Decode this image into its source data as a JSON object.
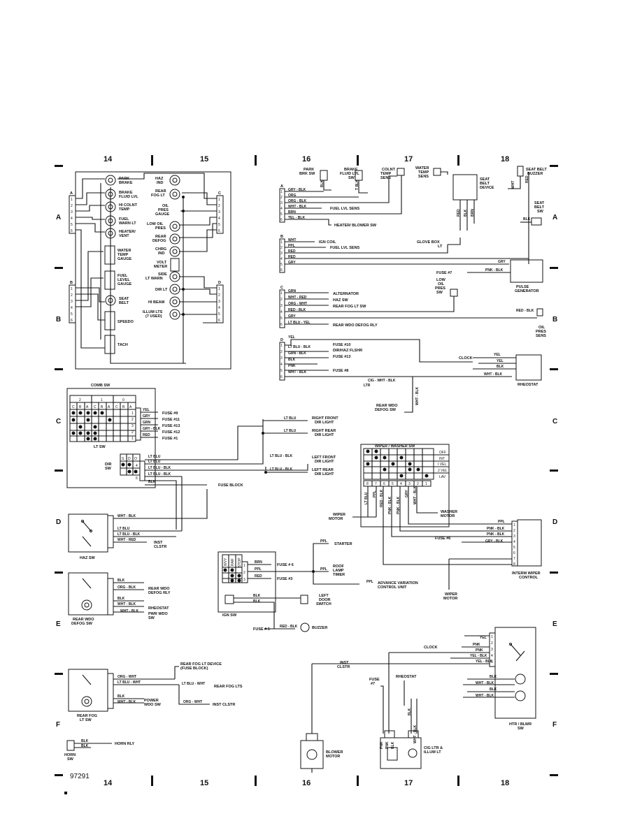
{
  "grid": {
    "top_columns": [
      "14",
      "15",
      "16",
      "17",
      "18"
    ],
    "bottom_columns": [
      "14",
      "15",
      "16",
      "17",
      "18"
    ],
    "left_rows": [
      "A",
      "B",
      "C",
      "D",
      "E",
      "F"
    ],
    "right_rows": [
      "A",
      "B",
      "C",
      "D",
      "E",
      "F"
    ],
    "code": "97291"
  },
  "cluster": {
    "left_conn_a": {
      "id": "A",
      "pins": [
        "1",
        "2",
        "3",
        "4",
        "5",
        "6"
      ]
    },
    "left_conn_b": {
      "id": "B",
      "pins": [
        "1",
        "2",
        "3",
        "4",
        "5",
        "6"
      ]
    },
    "right_conn_c": {
      "id": "C",
      "pins": [
        "1",
        "2",
        "3",
        "4",
        "5",
        "6"
      ]
    },
    "right_conn_d": {
      "id": "D",
      "pins": [
        "1",
        "2",
        "3",
        "4",
        "5",
        "6"
      ]
    },
    "left_items": [
      "PARK BRAKE",
      "BRAKE FLUID LVL",
      "HI COLNT TEMP",
      "FUEL WARN LT",
      "HEATER/ VENT",
      "WATER TEMP GAUGE",
      "FUEL LEVEL GAUGE",
      "SEAT BELT",
      "SPEEDO",
      "TACH"
    ],
    "right_items": [
      "HAZ IND",
      "REAR FOG LT",
      "OIL PRES GAUGE",
      "LOW OIL PRES",
      "REAR DEFOG",
      "CHRG IND",
      "VOLT METER",
      "SIDE LT WARN",
      "DIR LT",
      "HI BEAM",
      "ILLUM LTS (7 USED)"
    ]
  },
  "top": {
    "park_brk_sw": "PARK BRK SW",
    "brake_fluid_sw": "BRAKE FLUID LVL SW",
    "colnt_temp_sens": "COLNT TEMP SENS",
    "water_temp_sens": "WATER TEMP SENS",
    "seat_belt_device": "SEAT BELT DEVICE",
    "seat_belt_buzzer": "SEAT BELT BUZZER",
    "seat_belt_sw": "SEAT BELT SW",
    "glove_box_lt": "GLOVE BOX LT",
    "pulse_generator": "PULSE GENERATOR",
    "low_oil_pres_sw": "LOW OIL PRES SW",
    "oil_pres_sens": "OIL PRES SENS",
    "clock": "CLOCK",
    "rheostat": "RHEOSTAT",
    "cig_ltr": "CIG LTR",
    "rear_wdo_defog_sw": "REAR WDO DEFOG SW",
    "fuse7": "FUSE #7"
  },
  "conn_a": {
    "id": "A",
    "pins": [
      "1",
      "2",
      "3",
      "4",
      "5",
      "6"
    ],
    "wires": [
      "GRY - BLK",
      "ORG",
      "ORG - BLK",
      "WHT - BLK",
      "BRN",
      "TEL - BLK"
    ],
    "notes": [
      "FUEL LVL SENS",
      "HEATER/ BLOWER SW"
    ]
  },
  "conn_b": {
    "id": "B",
    "pins": [
      "1",
      "2",
      "3",
      "4",
      "5",
      "6"
    ],
    "wires": [
      "WHT",
      "PPL",
      "RED",
      "RED",
      "GRY"
    ],
    "notes": [
      "IGN COIL",
      "FUEL LVL SENS"
    ]
  },
  "conn_c": {
    "id": "C",
    "pins": [
      "1",
      "2",
      "3",
      "4",
      "5",
      "6"
    ],
    "wires": [
      "GRN",
      "WHT - RED",
      "ORG - WHT",
      "RED - BLK",
      "GRY",
      "LT BLU - YEL"
    ],
    "notes": [
      "ALTERNATOR",
      "HAZ SW",
      "REAR FOG LT SW",
      "REAR WDO DEFOG RLY"
    ]
  },
  "conn_d": {
    "id": "D",
    "pins": [
      "1",
      "2",
      "3",
      "4",
      "5",
      "6"
    ],
    "wires": [
      "YEL",
      "LT BLU - BLK",
      "GRN - BLK",
      "BLK",
      "PNK",
      "WHT - BLK"
    ],
    "notes": [
      "FUSE #10",
      "DIR/HAZ FLSHR",
      "FUSE #13",
      "FUSE #8"
    ]
  },
  "right_wires": {
    "gry": "GRY",
    "pnk_blk": "PNK - BLK",
    "red_blk": "RED - BLK",
    "yel": "YEL",
    "blk": "BLK",
    "wht_blk": "WHT - BLK",
    "cig_wht_blk": "CIG - WHT - BLK",
    "ltr": "LTR",
    "red": "RED",
    "wht": "WHT"
  },
  "comb_sw": {
    "title": "COMB SW",
    "lt_sw": "LT SW",
    "dir_sw": "DIR SW",
    "header_nums": [
      "2",
      "1",
      "0"
    ],
    "cols": [
      "C",
      "B",
      "A",
      "C",
      "B",
      "A",
      "C",
      "B",
      "A"
    ],
    "pins": [
      "1",
      "2",
      "3",
      "2",
      "1"
    ],
    "wires": [
      "YEL",
      "GRY",
      "GRN",
      "GRY - BLK",
      "RED"
    ],
    "fuses": [
      "FUSE #9",
      "FUSE #11",
      "FUSE #13",
      "FUSE #12",
      "FUSE #1"
    ],
    "dir_head": [
      "S",
      "D",
      "O"
    ],
    "dir_pins": [
      "4",
      "5",
      "6"
    ],
    "dir_wires": [
      "LT BLU",
      "LT BLU",
      "LT BLU - BLK",
      "LT BLU - BLK",
      "BLK"
    ],
    "fuse_block": "FUSE BLOCK"
  },
  "lights": {
    "lt_blu": "LT BLU",
    "lt_blu_blk": "LT BLU - BLK",
    "rf": "RIGHT FRONT DIR LIGHT",
    "rr": "RIGHT REAR DIR LIGHT",
    "lf": "LEFT FRONT DIR LIGHT",
    "lr": "LEFT REAR DIR LIGHT"
  },
  "haz": {
    "title": "HAZ SW",
    "wires": [
      "WHT - BLK",
      "LT BLU",
      "LT BLU - BLK",
      "WHT - RED"
    ],
    "inst": "INST CLSTR"
  },
  "wiper": {
    "title": "WIPER / WASHER SW",
    "modes": [
      "OFF",
      "INT",
      "I VEL",
      "2 VEL",
      "LAV"
    ],
    "pins": [
      "8",
      "7",
      "6",
      "5",
      "4",
      "3",
      "2",
      "1"
    ],
    "wires": [
      "LT BLU",
      "PPL",
      "RED - BLK",
      "PNK - BLK",
      "PNK - BLK",
      "GRY",
      "WHT - BLK"
    ],
    "wiper_motor": "WIPER MOTOR",
    "washer_motor": "WASHER MOTOR",
    "ctrl_wires": [
      "PPL",
      "PNK - BLK",
      "PNK - BLK",
      "GRY - BLK"
    ],
    "ctrl_pins": [
      "1",
      "2",
      "3",
      "4",
      "5",
      "6",
      "7",
      "8"
    ],
    "fuse6": "FUSE #6",
    "interm": "INTERM WIPER CONTROL",
    "wiper_motor2": "WIPER MOTOR"
  },
  "ign": {
    "title": "IGN SW",
    "head": [
      "WVY",
      "RAR",
      "STOP"
    ],
    "pins": [
      "1",
      "2",
      "3"
    ],
    "wires": [
      "BRN",
      "PPL",
      "RED",
      "BLK",
      "BLK"
    ],
    "fuse6": "FUSE # 6",
    "fuse3": "FUSE #3",
    "starter": "STARTER",
    "ppl": "PPL",
    "roof_lamp": "ROOF LAMP TIMER",
    "advance": "ADVANCE VARIATION CONTROL UNIT",
    "left_door": "LEFT DOOR SWITCH",
    "buzzer": "BUZZER",
    "fuse5": "FUSE # 5",
    "red_blk": "RED - BLK"
  },
  "defog": {
    "title": "REAR WDO DEFOG SW",
    "wires": [
      "BLK",
      "ORG - BLK",
      "BLK",
      "WHT - BLK",
      "WHT - BLK"
    ],
    "notes": [
      "REAR WDO DEFOG RLY",
      "RHEOSTAT",
      "PWR WDO SW"
    ]
  },
  "fog": {
    "title": "REAR FOG LT SW",
    "wires": [
      "ORG - WHT",
      "LT BLU - WHT",
      "BLK",
      "WHT - BLK",
      "LT BLU - WHT",
      "ORG - WHT"
    ],
    "notes": [
      "REAR FOG LT DEVICE (FUSE BLOCK)",
      "REAR FOG LTS",
      "POWER WDO SW",
      "INST CLSTR"
    ]
  },
  "horn": {
    "title": "HORN SW",
    "wires": [
      "BLK",
      "BLK"
    ],
    "note": "HORN RLY"
  },
  "htr": {
    "title": "HTR / BLWR SW",
    "pins": [
      "1",
      "2",
      "3",
      "4",
      "5"
    ],
    "wires": [
      "YEL",
      "PNK",
      "PNK",
      "YEL - BLK",
      "YEL - BLK",
      "BLK",
      "WHT - BLK",
      "BLK",
      "WHT - BLK"
    ],
    "clock": "CLOCK",
    "inst": "INST CLSTR",
    "fuse7": "FUSE #7",
    "rheostat": "RHEOSTAT",
    "blower": "BLOWER MOTOR",
    "cig": "CIG LTR & ILLUM LT",
    "vwires": [
      "PNK",
      "PNK",
      "BLK",
      "BLK",
      "WHT - BLK"
    ]
  }
}
